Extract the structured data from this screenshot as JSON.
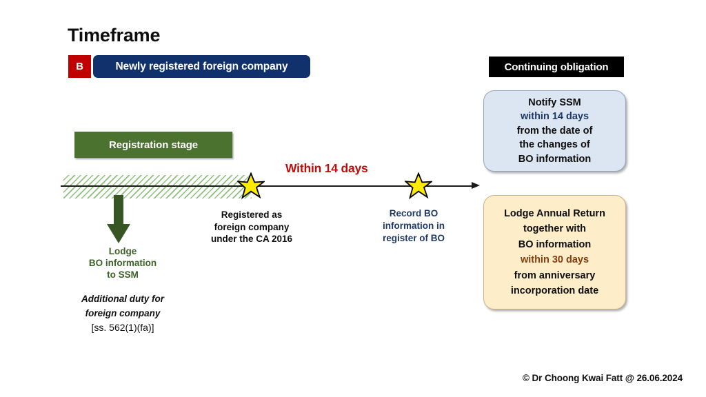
{
  "slide": {
    "title": "Timeframe",
    "footer": "© Dr Choong Kwai Fatt @ 26.06.2024"
  },
  "section": {
    "badge": "B",
    "banner_label": "Newly registered foreign company"
  },
  "continuing": {
    "header": "Continuing obligation"
  },
  "timeline": {
    "stage_label": "Registration stage",
    "duration_label": "Within 14 days",
    "milestones": [
      {
        "marker": "star",
        "line1": "Registered as",
        "line2": "foreign company",
        "line3": "under the CA 2016"
      },
      {
        "marker": "star",
        "line1": "Record BO",
        "line2": "information  in",
        "line3": "register of BO"
      }
    ],
    "lodge_action": {
      "line1": "Lodge",
      "line2": "BO information",
      "line3": "to SSM"
    },
    "additional_duty": {
      "line1": "Additional duty for",
      "line2": "foreign company",
      "line3": "[ss. 562(1)(fa)]"
    }
  },
  "callouts": [
    {
      "id": "notify-ssm",
      "line1": "Notify SSM",
      "line2": "within 14 days",
      "line3": "from the date of",
      "line4": "the changes of",
      "line5": "BO information"
    },
    {
      "id": "lodge-annual-return",
      "line1": "Lodge Annual Return",
      "line2": "together with",
      "line3": "BO information",
      "line4": "within 30 days",
      "line5": "from anniversary",
      "line6": "incorporation date"
    }
  ],
  "colors": {
    "navy_banner": "#10316b",
    "badge_red": "#c00000",
    "stage_green": "#4c7230",
    "hatch_green": "#8cc07a",
    "accent_red": "#bf0d0d",
    "accent_navy": "#1f3864",
    "accent_brown": "#843c0c",
    "callout_blue_bg": "#dce6f2",
    "callout_cream_bg": "#fdeec9",
    "star_fill": "#ffea00"
  }
}
